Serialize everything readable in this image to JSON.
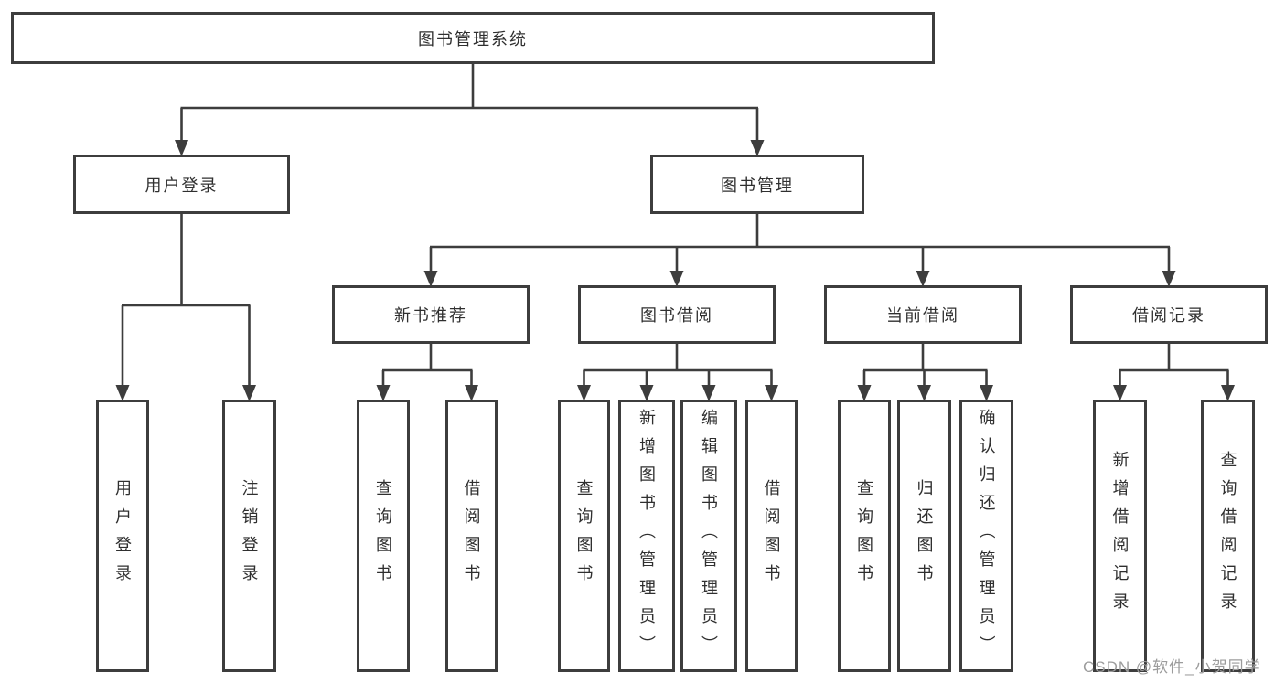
{
  "page": {
    "background": "#ffffff"
  },
  "colors": {
    "line": "#3d3d3d",
    "box_border": "#3d3d3d",
    "box_fill": "#ffffff",
    "text": "#2f2f2f",
    "watermark": "#9c9c9c"
  },
  "watermark": {
    "text": "CSDN @软件_小贺同学"
  },
  "diagram": {
    "type": "tree",
    "title": "图书管理系统",
    "nodes": [
      {
        "id": "root",
        "label": "图书管理系统",
        "level": 1,
        "parent": null,
        "orientation": "horizontal"
      },
      {
        "id": "user-login",
        "label": "用户登录",
        "level": 2,
        "parent": "root",
        "orientation": "horizontal"
      },
      {
        "id": "book-mgmt",
        "label": "图书管理",
        "level": 2,
        "parent": "root",
        "orientation": "horizontal"
      },
      {
        "id": "new-book-rec",
        "label": "新书推荐",
        "level": 3,
        "parent": "book-mgmt",
        "orientation": "horizontal"
      },
      {
        "id": "book-borrow",
        "label": "图书借阅",
        "level": 3,
        "parent": "book-mgmt",
        "orientation": "horizontal"
      },
      {
        "id": "current-borrow",
        "label": "当前借阅",
        "level": 3,
        "parent": "book-mgmt",
        "orientation": "horizontal"
      },
      {
        "id": "borrow-records",
        "label": "借阅记录",
        "level": 3,
        "parent": "book-mgmt",
        "orientation": "horizontal"
      },
      {
        "id": "ul-login",
        "label": "用户登录",
        "level": 4,
        "parent": "user-login",
        "orientation": "vertical"
      },
      {
        "id": "ul-logout",
        "label": "注销登录",
        "level": 4,
        "parent": "user-login",
        "orientation": "vertical"
      },
      {
        "id": "nb-query",
        "label": "查询图书",
        "level": 4,
        "parent": "new-book-rec",
        "orientation": "vertical"
      },
      {
        "id": "nb-borrow",
        "label": "借阅图书",
        "level": 4,
        "parent": "new-book-rec",
        "orientation": "vertical"
      },
      {
        "id": "bb-query",
        "label": "查询图书",
        "level": 4,
        "parent": "book-borrow",
        "orientation": "vertical"
      },
      {
        "id": "bb-add",
        "label": "新增图书（管理员）",
        "level": 4,
        "parent": "book-borrow",
        "orientation": "vertical"
      },
      {
        "id": "bb-edit",
        "label": "编辑图书（管理员）",
        "level": 4,
        "parent": "book-borrow",
        "orientation": "vertical"
      },
      {
        "id": "bb-borrow",
        "label": "借阅图书",
        "level": 4,
        "parent": "book-borrow",
        "orientation": "vertical"
      },
      {
        "id": "cb-query",
        "label": "查询图书",
        "level": 4,
        "parent": "current-borrow",
        "orientation": "vertical"
      },
      {
        "id": "cb-return",
        "label": "归还图书",
        "level": 4,
        "parent": "current-borrow",
        "orientation": "vertical"
      },
      {
        "id": "cb-confirm",
        "label": "确认归还（管理员）",
        "level": 4,
        "parent": "current-borrow",
        "orientation": "vertical"
      },
      {
        "id": "br-add",
        "label": "新增借阅记录",
        "level": 4,
        "parent": "borrow-records",
        "orientation": "vertical"
      },
      {
        "id": "br-query",
        "label": "查询借阅记录",
        "level": 4,
        "parent": "borrow-records",
        "orientation": "vertical"
      }
    ]
  }
}
